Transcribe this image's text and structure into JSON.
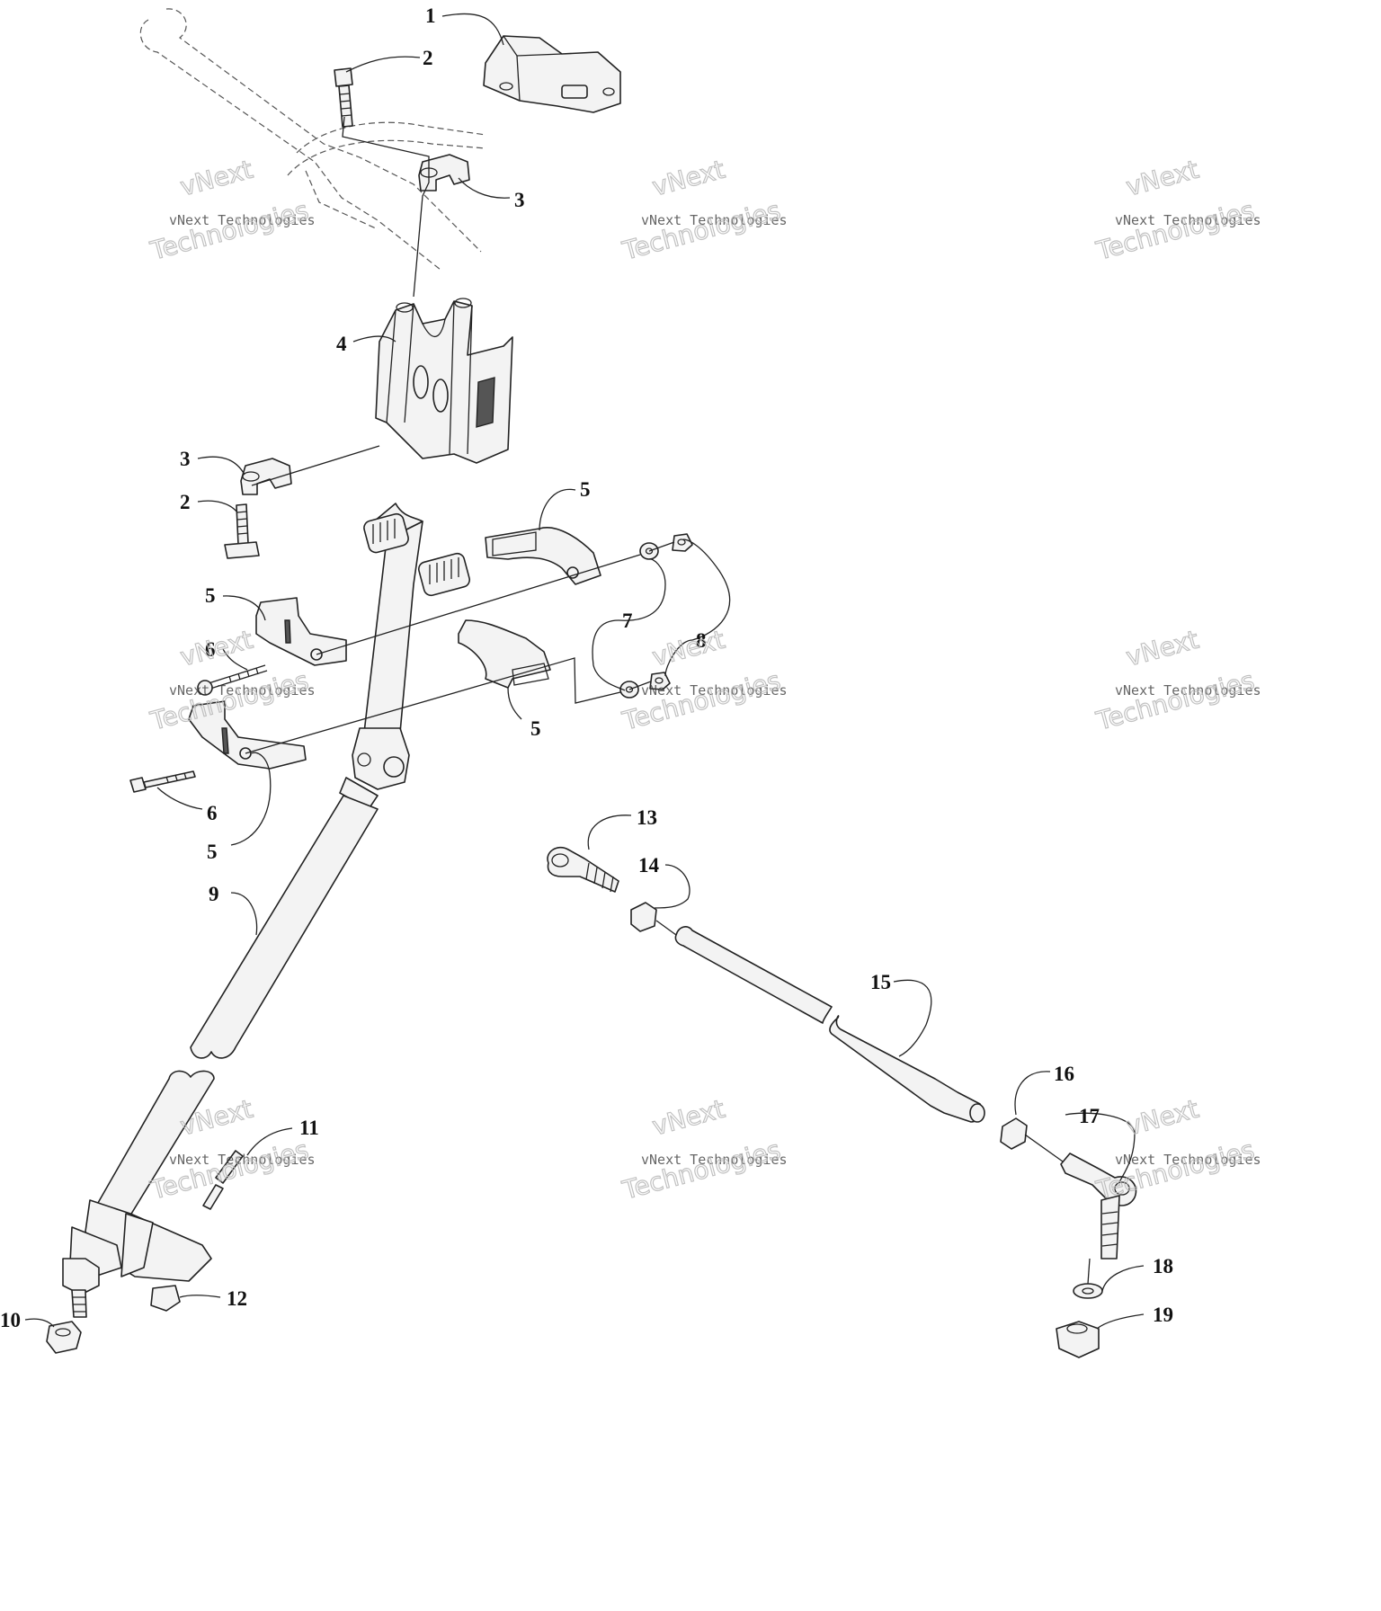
{
  "callouts": [
    "1",
    "2",
    "3",
    "4",
    "3",
    "2",
    "5",
    "5",
    "6",
    "7",
    "8",
    "5",
    "6",
    "5",
    "9",
    "13",
    "14",
    "15",
    "16",
    "17",
    "11",
    "12",
    "10",
    "18",
    "19"
  ],
  "watermark": {
    "line1": "vNext Technologies",
    "line2": "vNext",
    "line3": "Technologies"
  }
}
